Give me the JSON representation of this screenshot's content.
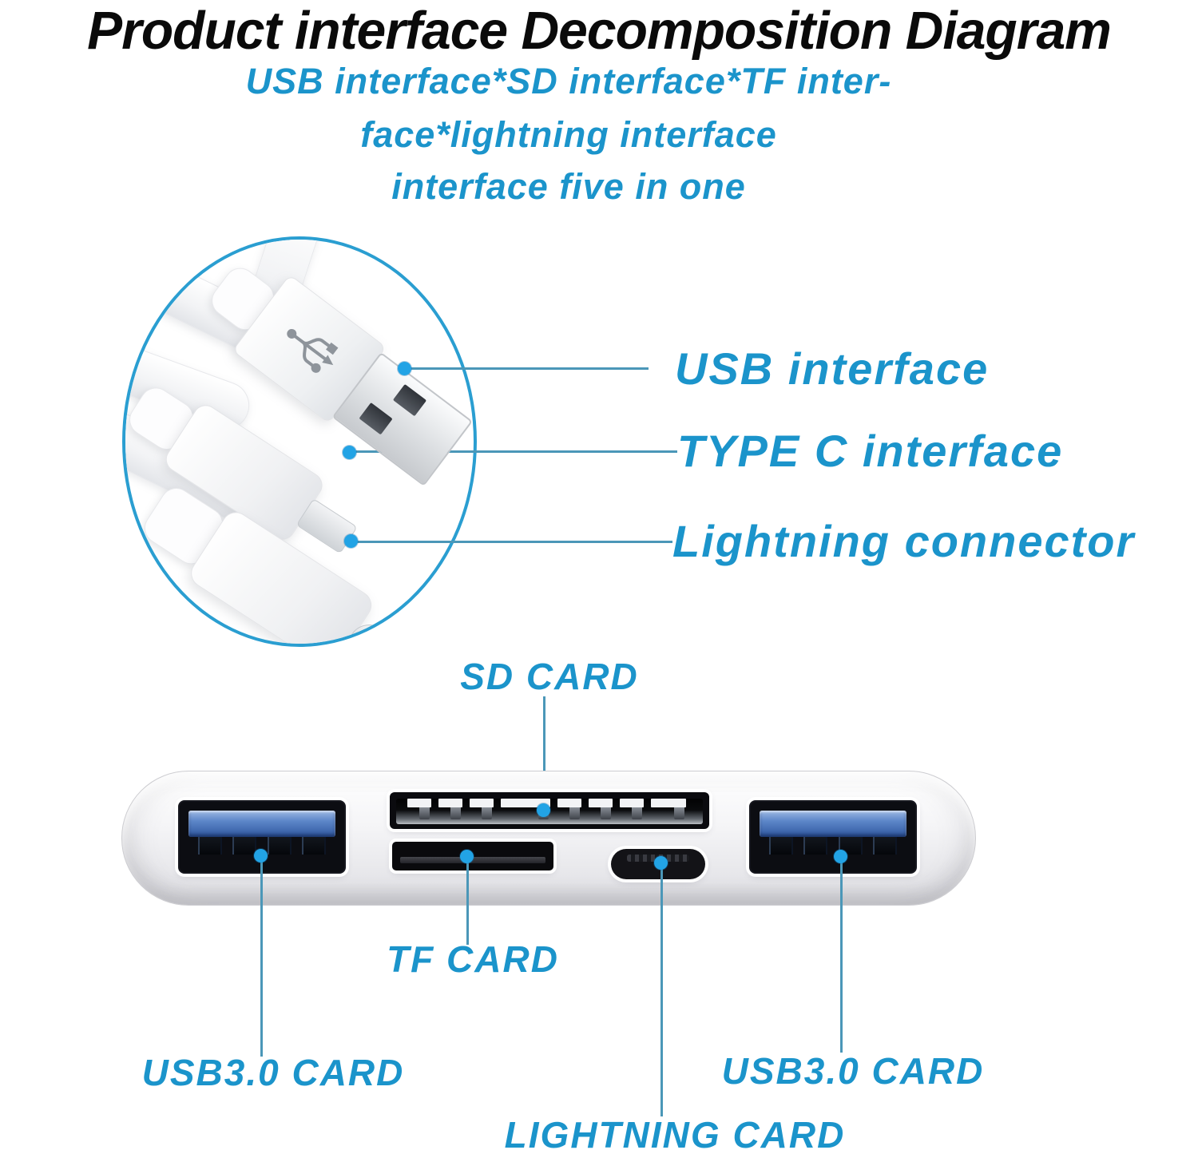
{
  "title": "Product interface Decomposition Diagram",
  "subtitle": {
    "line1": "USB interface*SD interface*TF inter-",
    "line2": "face*lightning interface",
    "line3": "interface five in one"
  },
  "callouts": {
    "usb": {
      "label": "USB interface"
    },
    "type_c": {
      "label": "TYPE C interface"
    },
    "lightning": {
      "label": "Lightning connector"
    }
  },
  "adapter": {
    "labels": {
      "sd": "SD CARD",
      "tf": "TF CARD",
      "usb3_left": "USB3.0 CARD",
      "usb3_right": "USB3.0 CARD",
      "lightning": "LIGHTNING CARD"
    }
  },
  "icons": {
    "usb_logo": "usb-trident-icon"
  },
  "colors": {
    "label_blue": "#1b94cb",
    "leader_line": "#4b97b8",
    "dot_blue": "#22a3e5",
    "ring_blue": "#2a9ed1",
    "usb_tongue_blue": "#5c86c8",
    "title_black": "#0a0a0a"
  }
}
